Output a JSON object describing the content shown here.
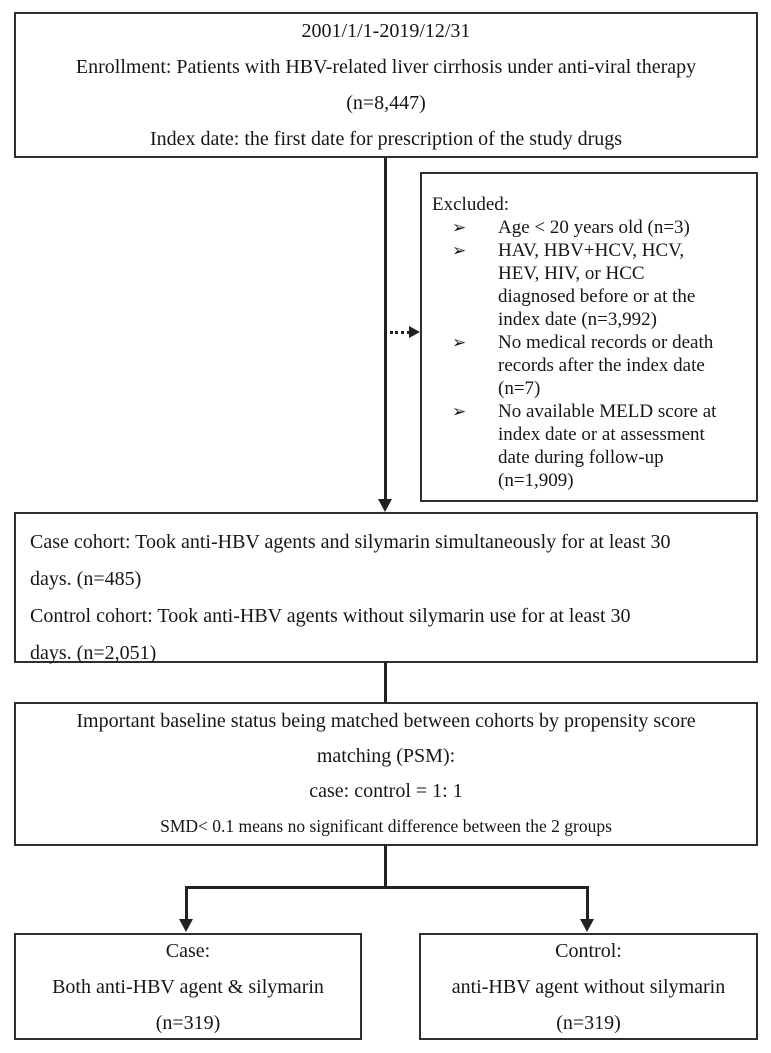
{
  "figure": {
    "title": "Patient enrollment flowchart",
    "colors": {
      "border": "#2e2e2e",
      "text": "#161616",
      "background": "#ffffff",
      "line": "#222222"
    },
    "enrollment_box": {
      "lines": [
        "2001/1/1-2019/12/31",
        "Enrollment: Patients with HBV-related liver cirrhosis under anti-viral therapy",
        "(n=8,447)",
        "Index date: the first date for prescription of the study drugs"
      ]
    },
    "excluded_box": {
      "title": "Excluded:",
      "bullet_char": "➢",
      "items": [
        {
          "lines": [
            "Age < 20 years old (n=3)"
          ]
        },
        {
          "lines": [
            "HAV, HBV+HCV, HCV,",
            "HEV, HIV, or HCC",
            "diagnosed before or at the",
            "index date (n=3,992)"
          ]
        },
        {
          "lines": [
            "No medical records or death",
            "records after the index date",
            "(n=7)"
          ]
        },
        {
          "lines": [
            "No available MELD score at",
            "index date or at assessment",
            "date during follow-up",
            "(n=1,909)"
          ]
        }
      ]
    },
    "cohort_box": {
      "lines": [
        "Case cohort: Took anti-HBV agents and silymarin simultaneously for at least 30",
        "days. (n=485)",
        "Control cohort: Took anti-HBV agents without silymarin use for at least 30",
        "days. (n=2,051)"
      ]
    },
    "psm_box": {
      "lines": [
        "Important baseline status being matched between cohorts by propensity score",
        "matching (PSM):",
        "case: control = 1: 1"
      ],
      "smd_note": "SMD< 0.1 means no significant difference between the 2 groups"
    },
    "case_box": {
      "lines": [
        "Case:",
        "Both anti-HBV agent & silymarin",
        "(n=319)"
      ]
    },
    "control_box": {
      "lines": [
        "Control:",
        "anti-HBV agent without silymarin",
        "(n=319)"
      ]
    }
  }
}
